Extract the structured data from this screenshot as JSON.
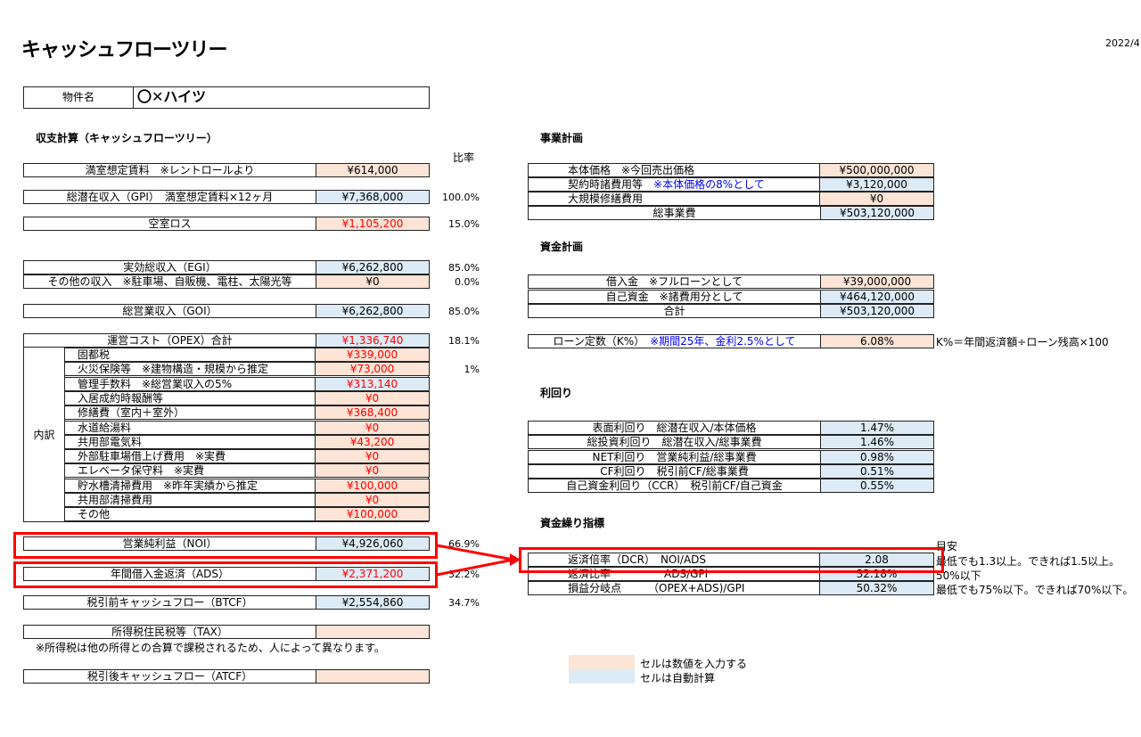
{
  "title": "キャッシュフローツリー",
  "date": "2022/4",
  "property": {
    "label": "物件名",
    "value": "〇✕ハイツ"
  },
  "left": {
    "heading": "収支計算（キャッシュフローツリー）",
    "ratio_header": "比率",
    "rows": [
      {
        "label": "満室想定賃料　※レントロールより",
        "value": "¥614,000",
        "ratio": "",
        "type": "in",
        "red": false
      },
      {
        "label": "総潜在収入（GPI）　満室想定賃料×12ヶ月",
        "value": "¥7,368,000",
        "ratio": "100.0%",
        "type": "auto",
        "red": false
      },
      {
        "label": "空室ロス",
        "value": "¥1,105,200",
        "ratio": "15.0%",
        "type": "in",
        "red": true
      },
      {
        "label": "実効総収入（EGI）",
        "value": "¥6,262,800",
        "ratio": "85.0%",
        "type": "auto",
        "red": false
      },
      {
        "label": "その他の収入　※駐車場、自販機、電柱、太陽光等",
        "value": "¥0",
        "ratio": "0.0%",
        "type": "in",
        "red": false
      },
      {
        "label": "総営業収入（GOI）",
        "value": "¥6,262,800",
        "ratio": "85.0%",
        "type": "auto",
        "red": false
      },
      {
        "label": "運営コスト（OPEX）合計",
        "value": "¥1,336,740",
        "ratio": "18.1%",
        "type": "auto",
        "red": true
      }
    ],
    "breakdown_label": "内訳",
    "breakdown": [
      {
        "label": "固都税",
        "value": "¥339,000",
        "ratio": "",
        "type": "in"
      },
      {
        "label": "火災保険等　※建物構造・規模から推定",
        "value": "¥73,000",
        "ratio": "1%",
        "type": "in"
      },
      {
        "label": "管理手数料　※総営業収入の5%",
        "value": "¥313,140",
        "ratio": "",
        "type": "auto"
      },
      {
        "label": "入居成約時報酬等",
        "value": "¥0",
        "ratio": "",
        "type": "in"
      },
      {
        "label": "修繕費（室内＋室外）",
        "value": "¥368,400",
        "ratio": "",
        "type": "in"
      },
      {
        "label": "水道給湯料",
        "value": "¥0",
        "ratio": "",
        "type": "in"
      },
      {
        "label": "共用部電気料",
        "value": "¥43,200",
        "ratio": "",
        "type": "in"
      },
      {
        "label": "外部駐車場借上げ費用　※実費",
        "value": "¥0",
        "ratio": "",
        "type": "in"
      },
      {
        "label": "エレベータ保守料　※実費",
        "value": "¥0",
        "ratio": "",
        "type": "in"
      },
      {
        "label": "貯水槽清掃費用　※昨年実績から推定",
        "value": "¥100,000",
        "ratio": "",
        "type": "in"
      },
      {
        "label": "共用部清掃費用",
        "value": "¥0",
        "ratio": "",
        "type": "in"
      },
      {
        "label": "その他",
        "value": "¥100,000",
        "ratio": "",
        "type": "in"
      }
    ],
    "rows2": [
      {
        "label": "営業純利益（NOI）",
        "value": "¥4,926,060",
        "ratio": "66.9%",
        "type": "auto",
        "red": false
      },
      {
        "label": "年間借入金返済（ADS）",
        "value": "¥2,371,200",
        "ratio": "32.2%",
        "type": "auto",
        "red": true
      },
      {
        "label": "税引前キャッシュフロー（BTCF）",
        "value": "¥2,554,860",
        "ratio": "34.7%",
        "type": "auto",
        "red": false
      },
      {
        "label": "所得税住民税等（TAX）",
        "value": "",
        "ratio": "",
        "type": "in",
        "red": false
      },
      {
        "label": "税引後キャッシュフロー（ATCF）",
        "value": "",
        "ratio": "",
        "type": "in",
        "red": false
      }
    ],
    "tax_note": "※所得税は他の所得との合算で課税されるため、人によって異なります。"
  },
  "business_plan": {
    "heading": "事業計画",
    "rows": [
      {
        "label": "本体価格　※今回売出価格",
        "note": "",
        "value": "¥500,000,000",
        "type": "in"
      },
      {
        "label": "契約時諸費用等　",
        "note": "※本体価格の8%として",
        "value": "¥3,120,000",
        "type": "auto"
      },
      {
        "label": "大規模修繕費用",
        "note": "",
        "value": "¥0",
        "type": "in"
      },
      {
        "label": "総事業費",
        "note": "",
        "value": "¥503,120,000",
        "type": "auto"
      }
    ]
  },
  "funding_plan": {
    "heading": "資金計画",
    "rows": [
      {
        "label": "借入金　※フルローンとして",
        "note": "",
        "value": "¥39,000,000",
        "type": "in"
      },
      {
        "label": "自己資金　※諸費用分として",
        "note": "",
        "value": "¥464,120,000",
        "type": "auto"
      },
      {
        "label": "合計",
        "note": "",
        "value": "¥503,120,000",
        "type": "auto"
      }
    ],
    "loan": {
      "label": "ローン定数（K%）　",
      "note": "※期間25年、金利2.5%として",
      "value": "6.08%",
      "formula": "K%＝年間返済額÷ローン残高×100"
    }
  },
  "yields": {
    "heading": "利回り",
    "rows": [
      {
        "label": "表面利回り　総潜在収入/本体価格",
        "value": "1.47%"
      },
      {
        "label": "総投資利回り　総潜在収入/総事業費",
        "value": "1.46%"
      },
      {
        "label": "NET利回り　営業純利益/総事業費",
        "value": "0.98%"
      },
      {
        "label": "CF利回り　税引前CF/総事業費",
        "value": "0.51%"
      },
      {
        "label": "自己資金利回り（CCR）　税引前CF/自己資金",
        "value": "0.55%"
      }
    ]
  },
  "cash_indicators": {
    "heading": "資金繰り指標",
    "guide_header": "目安",
    "rows": [
      {
        "label": "返済倍率（DCR）　NOI/ADS",
        "value": "2.08",
        "guide": "最低でも1.3以上。できれば1.5以上。"
      },
      {
        "label": "返済比率　　　　　ADS/GPI",
        "value": "32.18%",
        "guide": "50%以下"
      },
      {
        "label": "損益分岐点　　　（OPEX+ADS)/GPI",
        "value": "50.32%",
        "guide": "最低でも75%以下。できれば70%以下。"
      }
    ]
  },
  "legend": {
    "input": "セルは数値を入力する",
    "auto": "セルは自動計算"
  },
  "colors": {
    "input": "#fce4d6",
    "auto": "#ddebf7",
    "highlight": "#ff0000",
    "note": "#0000ff"
  }
}
